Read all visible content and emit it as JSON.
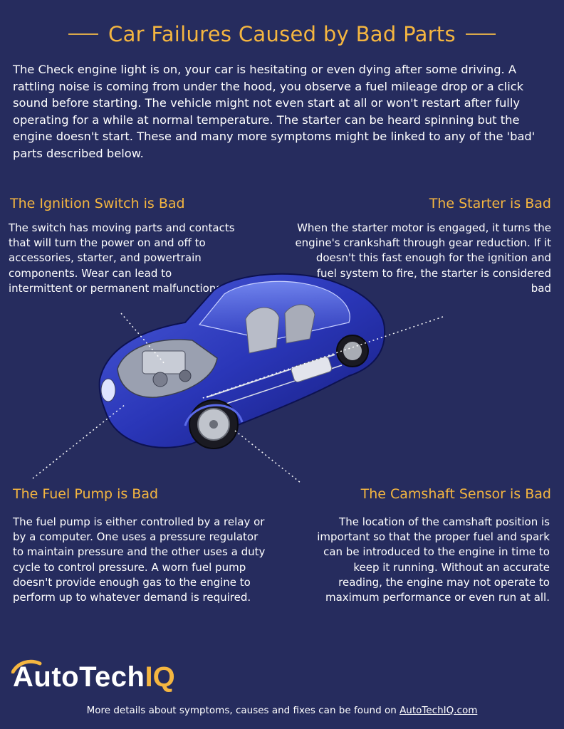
{
  "title": "Car Failures Caused by Bad Parts",
  "intro": "The Check engine light is on, your car is hesitating or even dying after some driving. A rattling noise is coming from under the hood, you observe a fuel mileage drop or a click sound before starting. The vehicle might not even start at all or won't restart after fully operating for a while at normal temperature. The starter can be heard spinning but the engine doesn't start. These and many more symptoms might be linked to any of the 'bad' parts described below.",
  "sections": {
    "ignition": {
      "heading": "The Ignition Switch is Bad",
      "body": "The switch has moving parts and contacts that will turn the power on and off to accessories, starter, and powertrain components. Wear can lead to intermittent or permanent malfunctions."
    },
    "starter": {
      "heading": "The Starter is Bad",
      "body": "When the starter motor is engaged, it turns the engine's crankshaft through gear reduction. If it doesn't this fast enough for the ignition and fuel system to fire, the starter is considered bad"
    },
    "fuel_pump": {
      "heading": "The Fuel Pump is Bad",
      "body": "The fuel pump is either controlled by a relay or by a computer. One uses a pressure regulator to maintain pressure and the other uses a duty cycle to control pressure. A worn fuel pump doesn't provide enough gas to the engine to perform up to whatever demand is required."
    },
    "camshaft": {
      "heading": "The Camshaft Sensor is Bad",
      "body": "The location of the camshaft position is important so that the proper fuel and spark can be introduced to the engine in time to keep it running. Without an accurate reading, the engine may not operate to maximum performance or even run at all."
    }
  },
  "logo": {
    "main": "AutoTech",
    "accent": "IQ"
  },
  "footer": {
    "text": "More details about symptoms, causes and fixes can be found on ",
    "link": "AutoTechIQ.com"
  },
  "colors": {
    "background": "#262c5e",
    "accent": "#f5b640",
    "text": "#ffffff"
  }
}
